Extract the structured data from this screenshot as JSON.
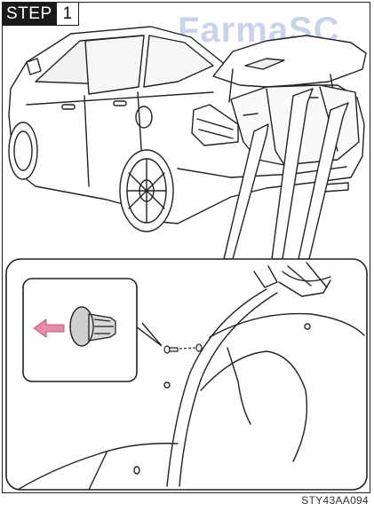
{
  "step": {
    "label": "STEP",
    "number": "1"
  },
  "watermark": "FarmaSC",
  "reference_code": "STY43AA094",
  "arrow_color": "#e78aa8"
}
